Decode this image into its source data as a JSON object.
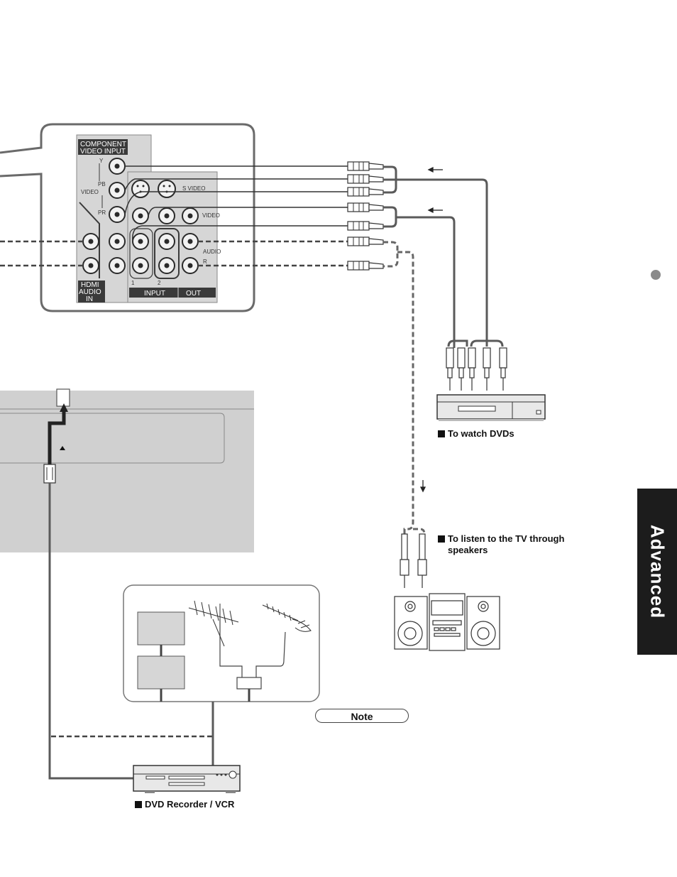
{
  "panel": {
    "component_title": "COMPONENT\nVIDEO INPUT",
    "y_label": "Y",
    "pb_label": "PB",
    "pr_label": "PR",
    "video_label_left": "VIDEO",
    "s_video_label": "S VIDEO",
    "video_label_right": "VIDEO",
    "audio_label": "AUDIO",
    "r_label": "R",
    "hdmi_title": "HDMI\nAUDIO\nIN",
    "input_1": "1",
    "input_2": "2",
    "input_label": "INPUT",
    "out_label": "OUT"
  },
  "captions": {
    "dvd_watch": "To watch DVDs",
    "speakers": "To listen to the TV through speakers",
    "recorder": "DVD Recorder / VCR"
  },
  "note_label": "Note",
  "side_tab_label": "Advanced",
  "colors": {
    "panel_dark": "#3a3a3a",
    "panel_light": "#d6d6d6",
    "cable": "#5a5a5a",
    "side_tab": "#1c1c1c"
  }
}
